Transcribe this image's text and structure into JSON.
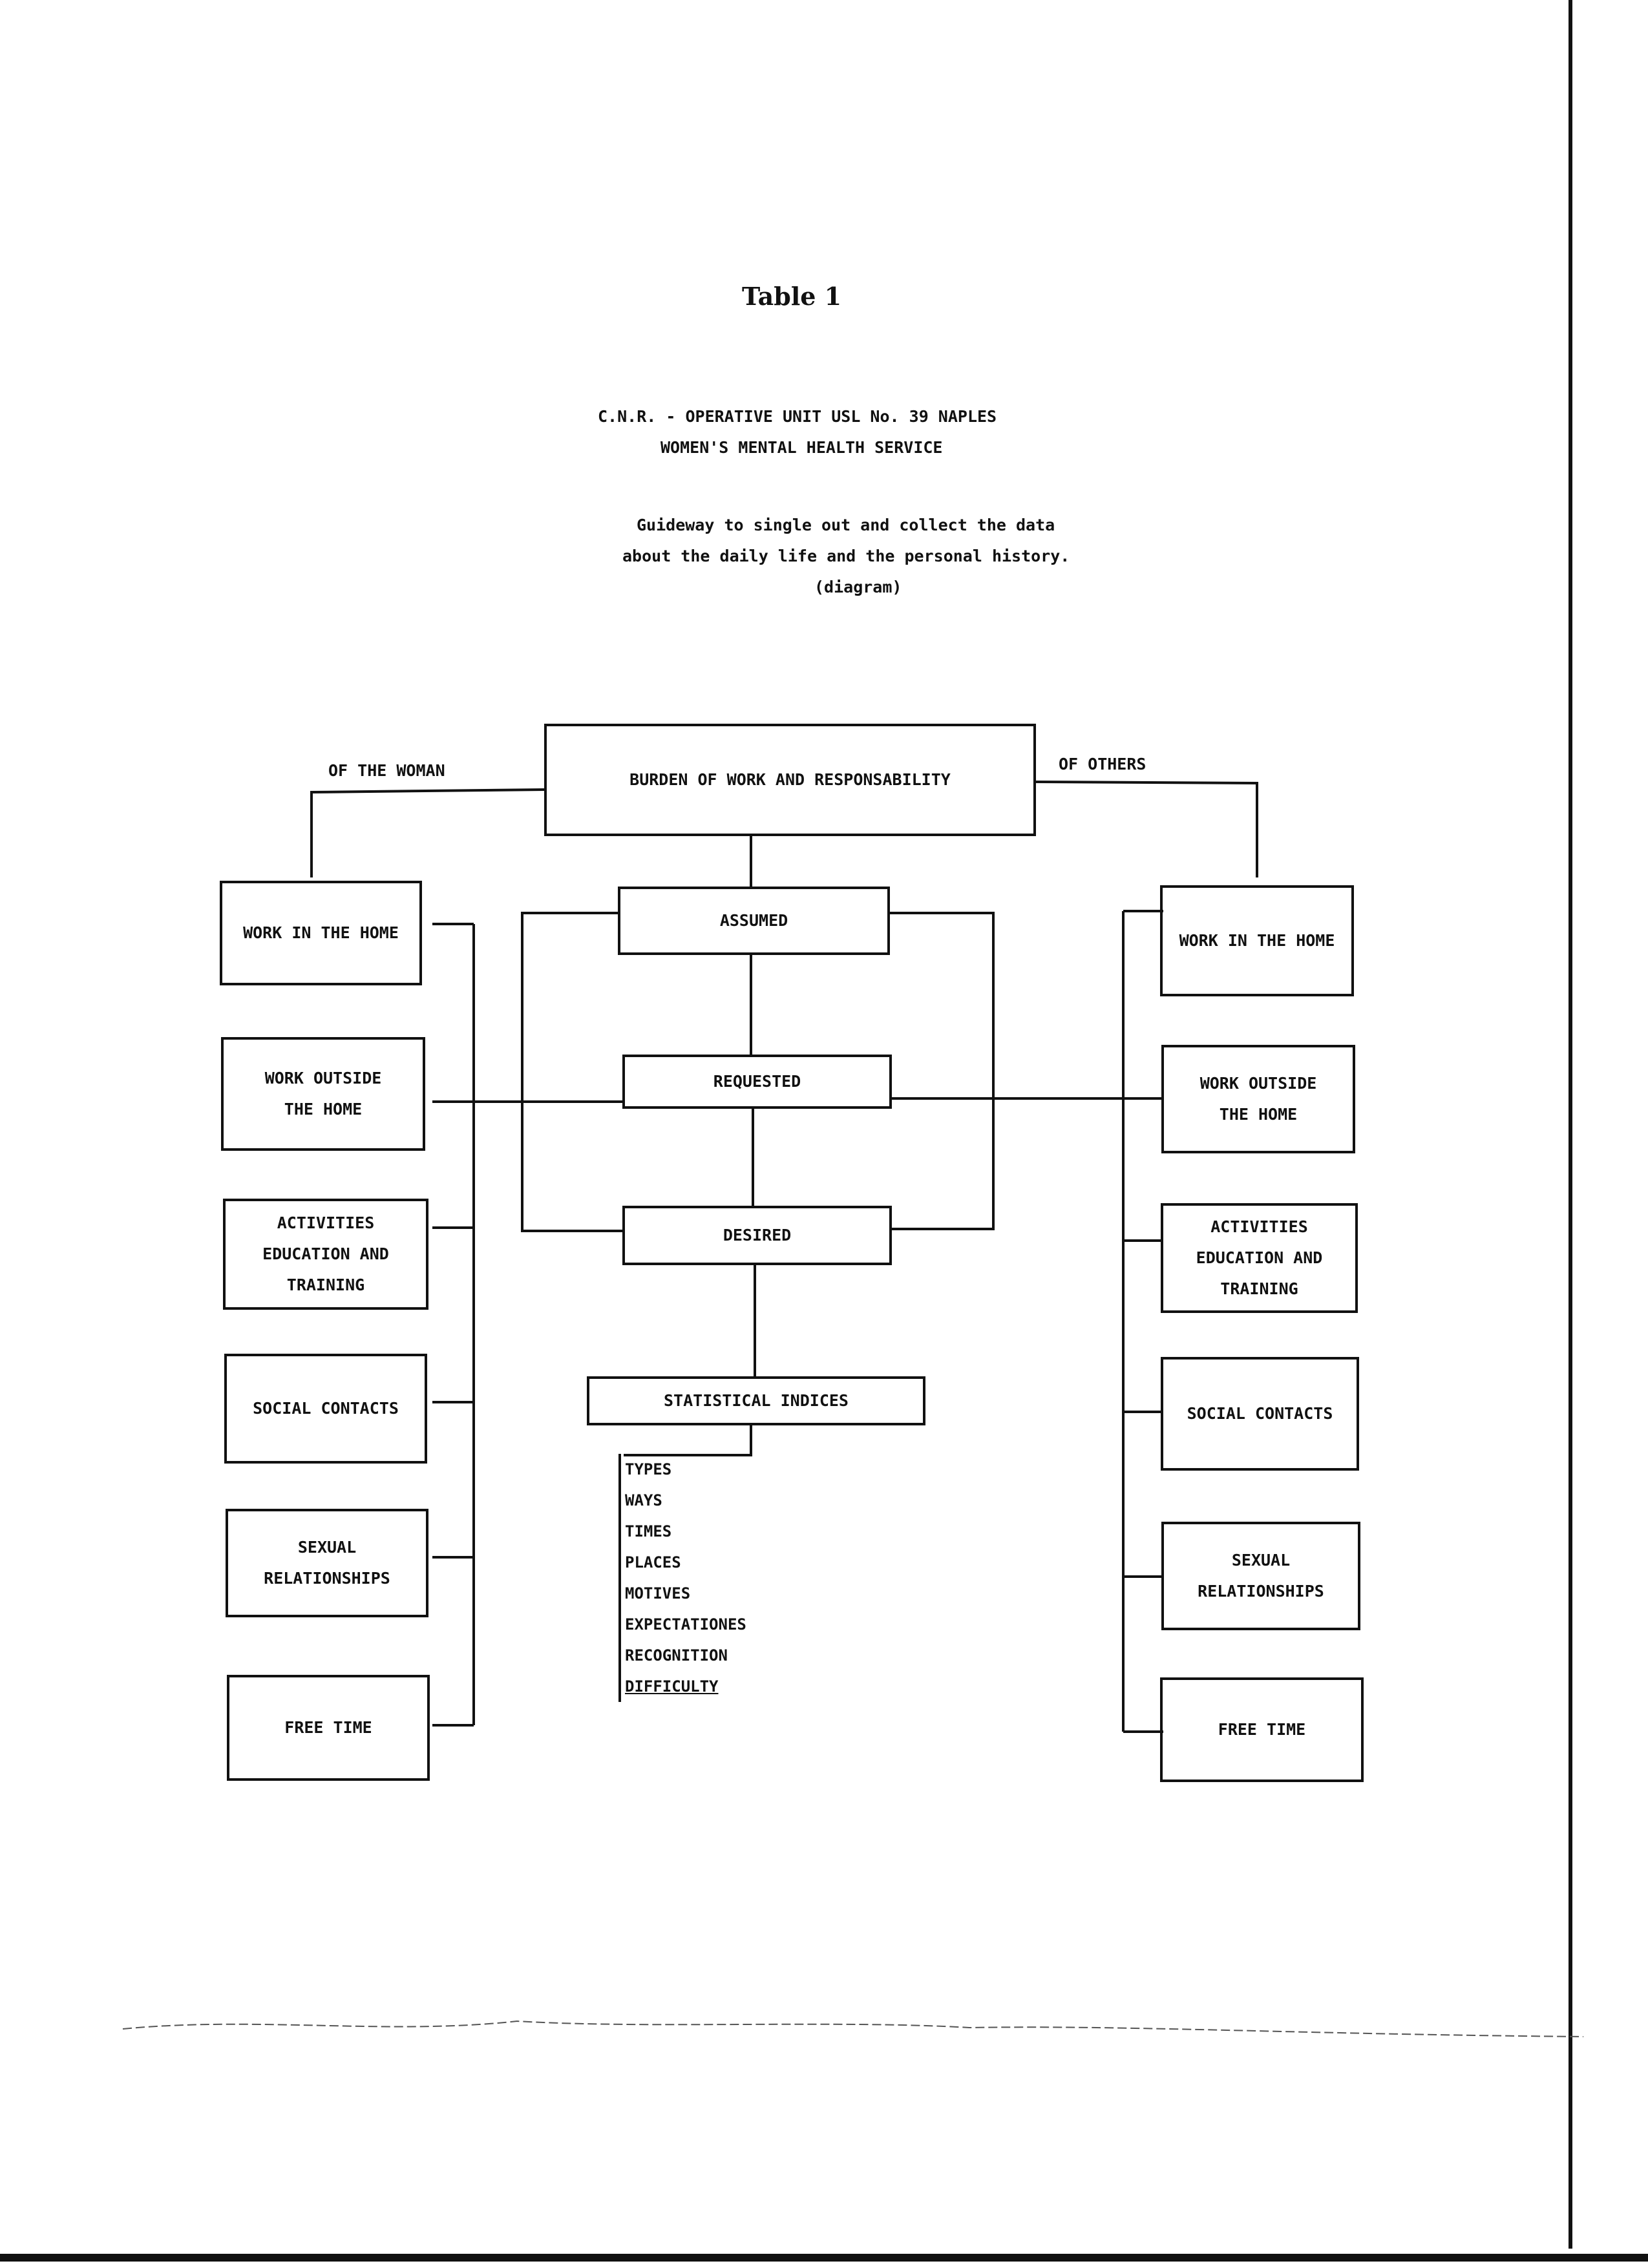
{
  "page": {
    "heading": "Table 1",
    "org_line1": "C.N.R. - OPERATIVE UNIT USL No. 39 NAPLES",
    "org_line2": "WOMEN'S MENTAL HEALTH SERVICE",
    "caption_line1": "Guideway to single out and collect the data",
    "caption_line2": "about the daily life and the personal history.",
    "caption_line3": "(diagram)"
  },
  "diagram": {
    "top_box": "BURDEN OF WORK AND RESPONSABILITY",
    "left_label": "OF THE WOMAN",
    "right_label": "OF  OTHERS",
    "center_boxes": [
      "ASSUMED",
      "REQUESTED",
      "DESIRED",
      "STATISTICAL INDICES"
    ],
    "left_boxes": [
      [
        "WORK IN THE HOME"
      ],
      [
        "WORK OUTSIDE",
        "THE HOME"
      ],
      [
        "ACTIVITIES",
        "EDUCATION AND",
        "TRAINING"
      ],
      [
        "SOCIAL CONTACTS"
      ],
      [
        "SEXUAL",
        "RELATIONSHIPS"
      ],
      [
        "FREE TIME"
      ]
    ],
    "right_boxes": [
      [
        "WORK IN THE HOME"
      ],
      [
        "WORK OUTSIDE",
        "THE HOME"
      ],
      [
        "ACTIVITIES",
        "EDUCATION AND",
        "TRAINING"
      ],
      [
        "SOCIAL CONTACTS"
      ],
      [
        "SEXUAL",
        "RELATIONSHIPS"
      ],
      [
        "FREE TIME"
      ]
    ],
    "indices": [
      "TYPES",
      "WAYS",
      "TIMES",
      "PLACES",
      "MOTIVES",
      "EXPECTATIONES",
      "RECOGNITION",
      "DIFFICULTY"
    ]
  }
}
